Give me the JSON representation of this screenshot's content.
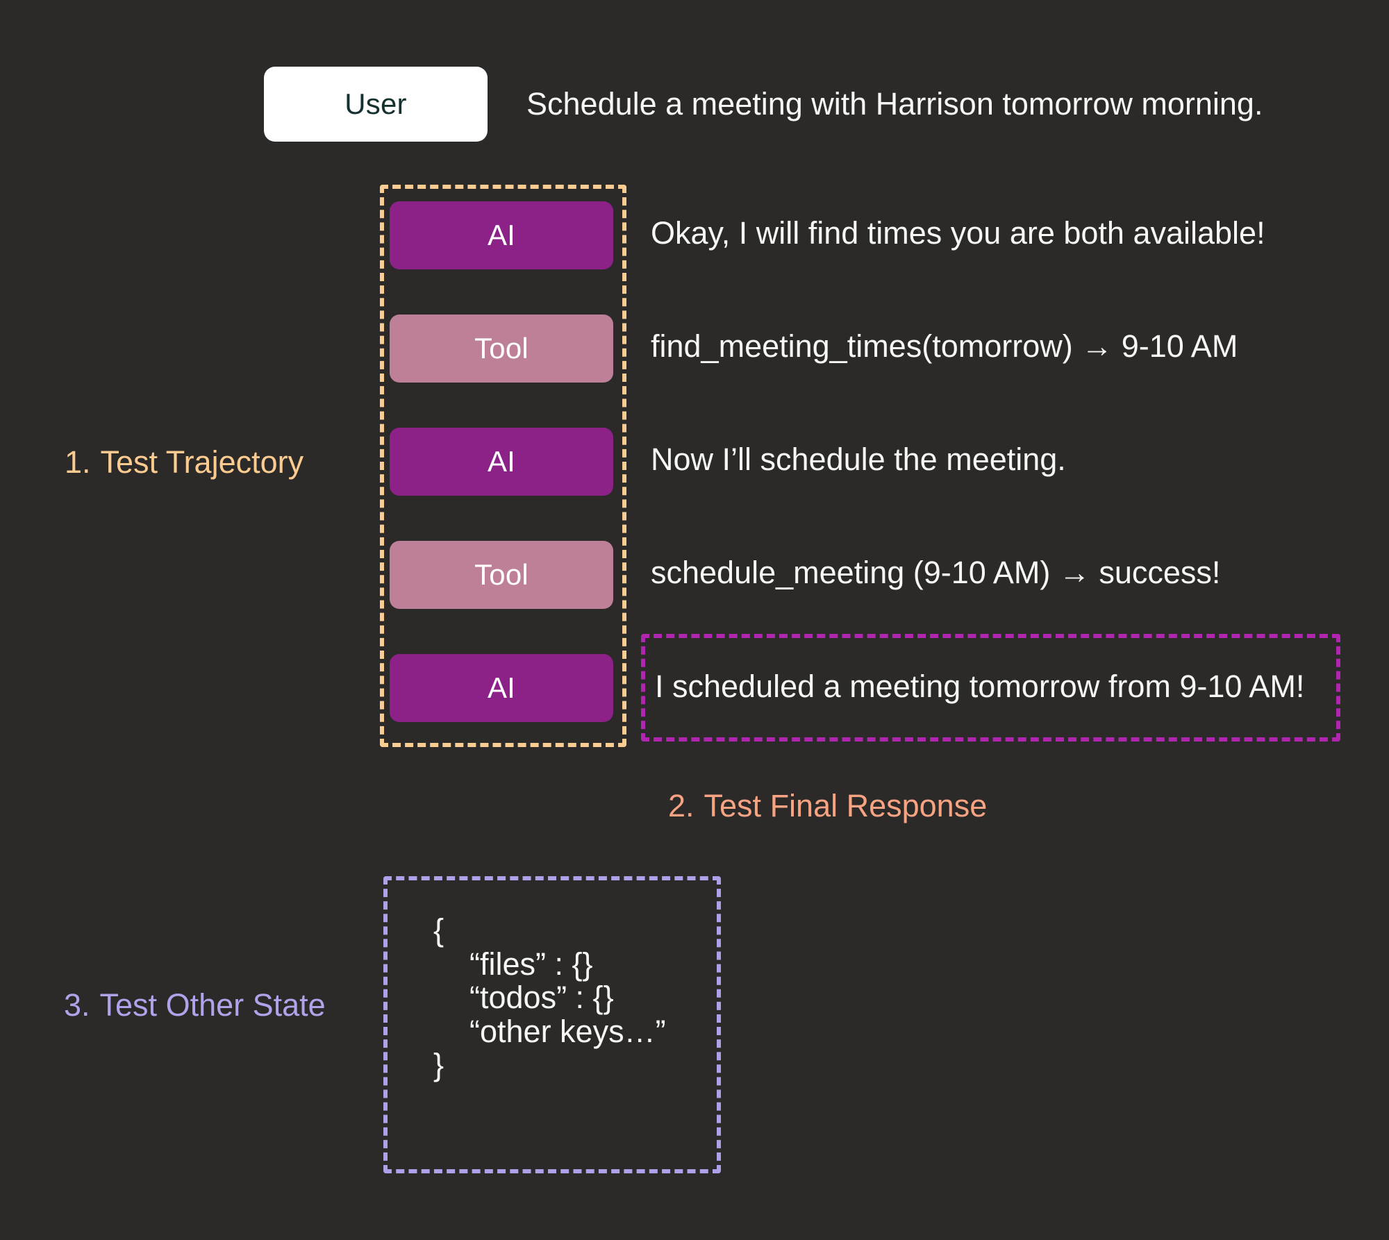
{
  "theme": {
    "background": "#2b2a29",
    "text": "#f7f7f5",
    "ai_badge": "#8c2287",
    "tool_badge": "#bd8098",
    "user_badge_bg": "#ffffff",
    "user_badge_text": "#12312f",
    "trajectory_accent": "#fbcb8f",
    "final_response_accent": "#f8a382",
    "final_response_border": "#b126ae",
    "other_state_accent": "#b3a2e9"
  },
  "conversation": {
    "user": {
      "badge_label": "User",
      "message": "Schedule a meeting with Harrison tomorrow morning."
    },
    "steps": [
      {
        "role": "AI",
        "badge_label": "AI",
        "message": "Okay, I will find times you are both available!"
      },
      {
        "role": "Tool",
        "badge_label": "Tool",
        "message": "find_meeting_times(tomorrow) → 9-10 AM"
      },
      {
        "role": "AI",
        "badge_label": "AI",
        "message": "Now I’ll schedule the meeting."
      },
      {
        "role": "Tool",
        "badge_label": "Tool",
        "message": "schedule_meeting (9-10 AM) → success!"
      },
      {
        "role": "AI",
        "badge_label": "AI",
        "message": "I scheduled a meeting tomorrow from 9-10 AM!"
      }
    ]
  },
  "annotations": {
    "trajectory": {
      "number": "1.",
      "label": "Test Trajectory"
    },
    "final_response": {
      "number": "2.",
      "label": "Test Final Response"
    },
    "other_state": {
      "number": "3.",
      "label": "Test Other State"
    }
  },
  "state_json": {
    "open_brace": "{",
    "lines": [
      "“files” : {}",
      "“todos” : {}",
      "“other keys…”"
    ],
    "close_brace": "}"
  }
}
